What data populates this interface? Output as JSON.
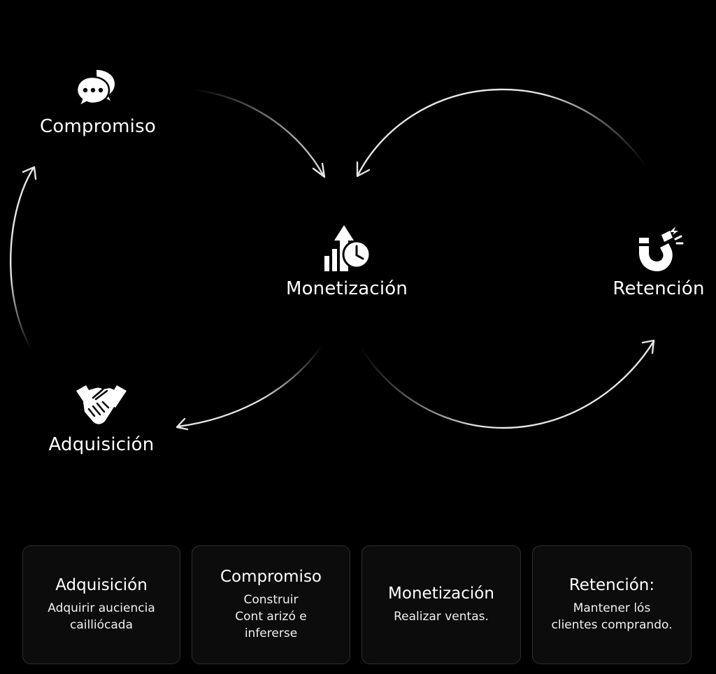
{
  "diagram": {
    "nodes": {
      "compromiso": {
        "label": "Compromiso",
        "icon": "chat-bubbles-icon"
      },
      "monetizacion": {
        "label": "Monetización",
        "icon": "growth-chart-clock-icon"
      },
      "retencion": {
        "label": "Retención",
        "icon": "magnet-icon"
      },
      "adquisicion": {
        "label": "Adquisición",
        "icon": "handshake-icon"
      }
    },
    "colors": {
      "background": "#000000",
      "arrow": "#e6e6e6",
      "card_bg": "#0c0c0c",
      "card_border": "#2e2e2e"
    }
  },
  "cards": [
    {
      "title": "Adquisición",
      "desc_lines": [
        "Adquirir auciencia",
        "cailliócada"
      ]
    },
    {
      "title": "Compromiso",
      "desc_lines": [
        "Construir",
        "Cont arizó e",
        "infererse"
      ]
    },
    {
      "title": "Monetización",
      "desc_lines": [
        "Realizar ventas."
      ]
    },
    {
      "title": "Retención:",
      "desc_lines": [
        "Mantener lós",
        "clientes comprando."
      ]
    }
  ]
}
